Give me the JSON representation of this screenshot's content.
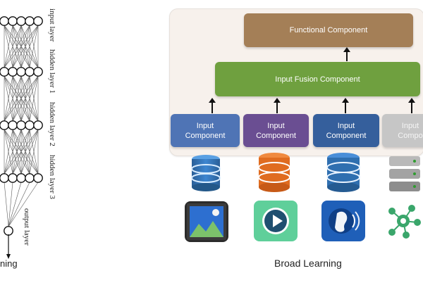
{
  "left_network": {
    "labels": {
      "input_layer": "input layer",
      "hidden1": "hidden layer 1",
      "hidden2": "hidden layer 2",
      "hidden3": "hidden layer 3",
      "output_layer": "output layer"
    },
    "caption_fragment": "ning"
  },
  "broad_learning": {
    "functional": "Functional Component",
    "fusion": "Input Fusion Component",
    "inputs": [
      "Input\nComponent",
      "Input\nComponent",
      "Input\nComponent",
      "Input\nCompo"
    ],
    "caption": "Broad Learning"
  },
  "colors": {
    "functional": "#a47f57",
    "fusion": "#6fa03f",
    "input1": "#4f74b5",
    "input2": "#6a4e92",
    "input3": "#355f9c",
    "input4": "#c6c6c6",
    "db_blue": "#2f6fb0",
    "db_orange": "#e06c20",
    "db_gray": "#8d8d8d"
  },
  "icons": [
    "image-icon",
    "play-icon",
    "voice-icon",
    "network-icon"
  ]
}
